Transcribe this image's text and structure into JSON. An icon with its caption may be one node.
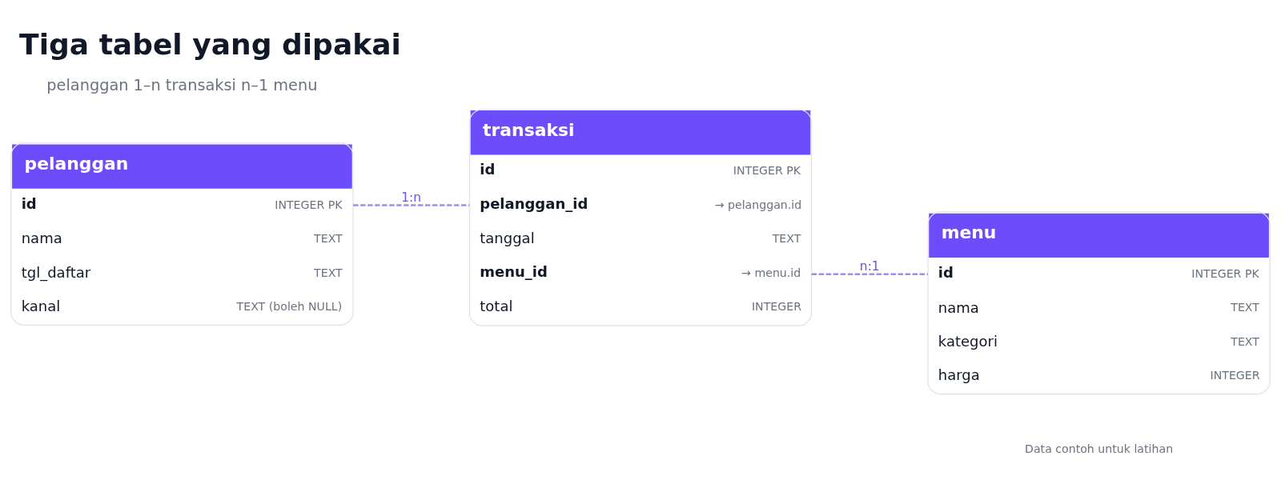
{
  "diagram": {
    "title": "Tiga tabel yang dipakai",
    "nodes": [
      {
        "text": [
          "pelanggan",
          "id",
          "INTEGER PK",
          "nama",
          "TEXT",
          "tgl_daftar",
          "TEXT",
          "kanal",
          "TEXT (boleh NULL)"
        ]
      },
      {
        "text": [
          "transaksi",
          "id",
          "INTEGER PK",
          "pelanggan_id",
          "→ pelanggan.id",
          "tanggal",
          "TEXT",
          "menu_id",
          "→ menu.id",
          "total",
          "INTEGER"
        ]
      },
      {
        "text": [
          "menu",
          "id",
          "INTEGER PK",
          "nama",
          "TEXT",
          "kategori",
          "TEXT",
          "harga",
          "INTEGER"
        ]
      }
    ],
    "edges": [
      {
        "from": 0,
        "to": 1,
        "arrow": "none",
        "label": "1:n",
        "style": "dashed"
      },
      {
        "from": 1,
        "to": 2,
        "arrow": "none",
        "label": "n:1",
        "style": "dashed"
      }
    ],
    "labels": [
      "pelanggan 1–n transaksi n–1 menu",
      "Data contoh untuk latihan"
    ]
  }
}
